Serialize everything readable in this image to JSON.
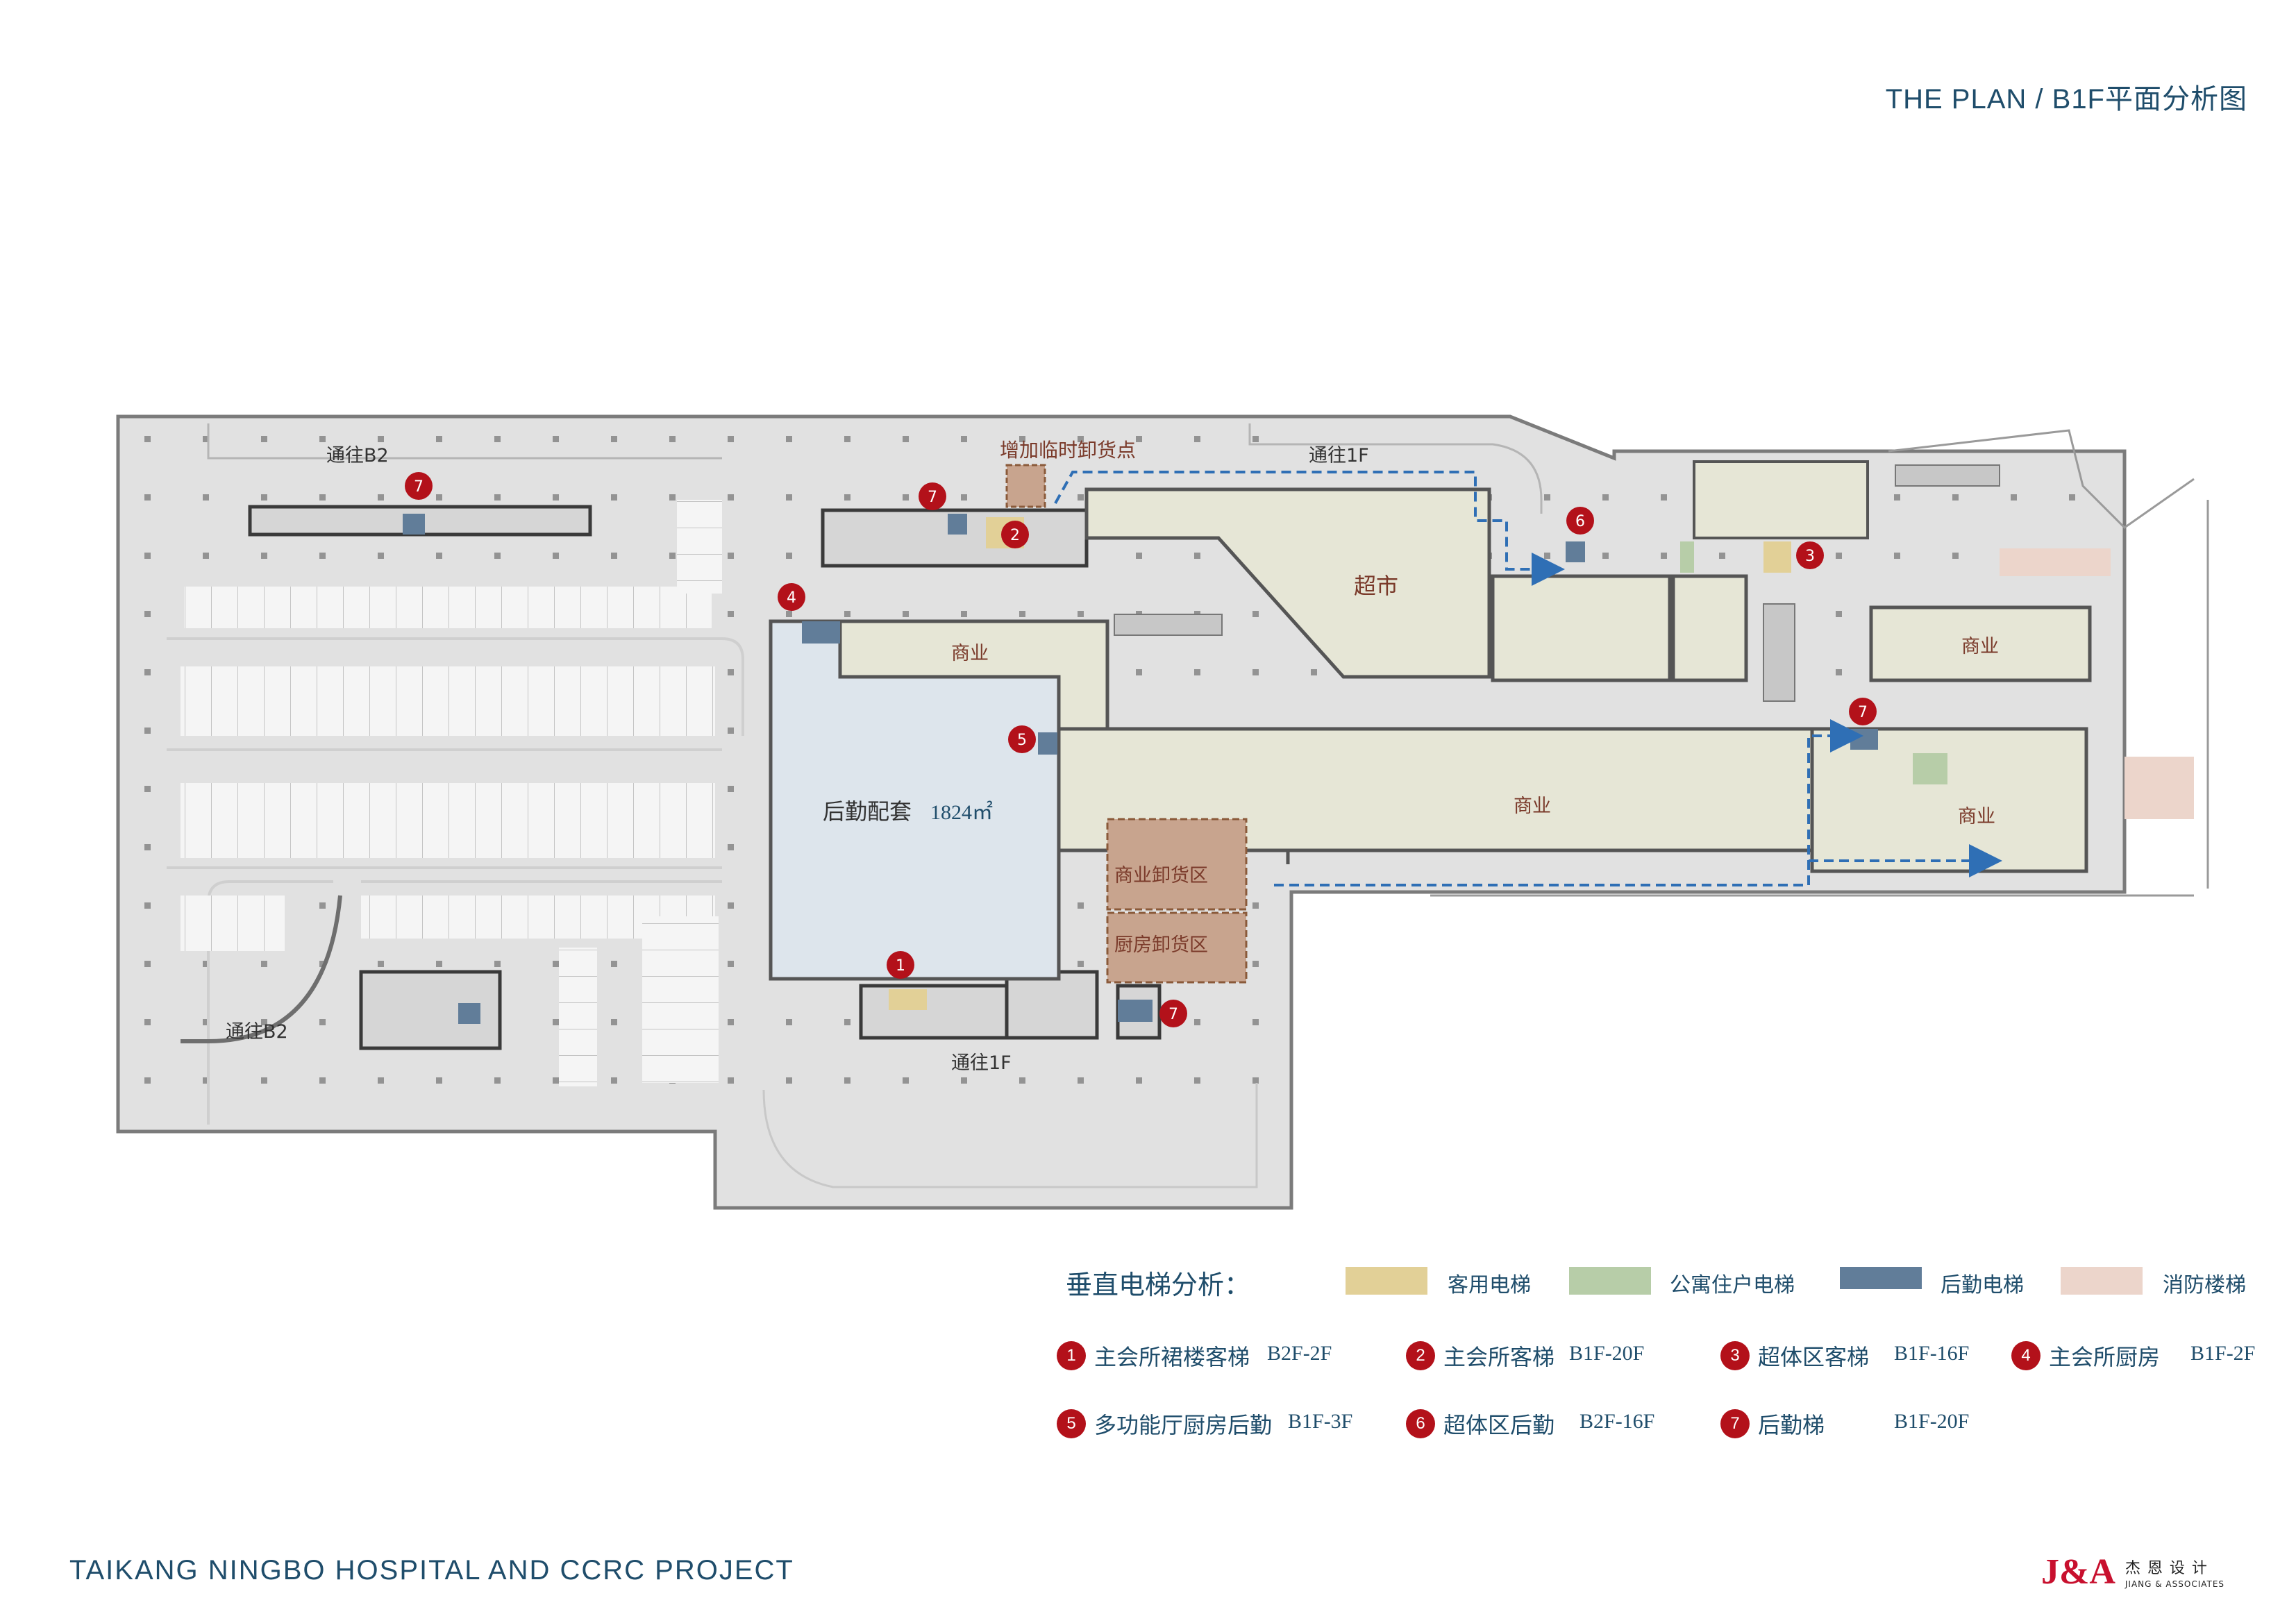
{
  "header": {
    "title": "THE PLAN / B1F平面分析图"
  },
  "footer": {
    "project": "TAIKANG NINGBO HOSPITAL AND CCRC PROJECT"
  },
  "logo": {
    "mark": "J&A",
    "cn": "杰恩设计",
    "en": "JIANG & ASSOCIATES"
  },
  "plan_labels": {
    "to_b2_top": "通往B2",
    "to_1f_top": "通往1F",
    "temp_unload": "增加临时卸货点",
    "supermarket": "超市",
    "commerce": "商业",
    "logistics": "后勤配套",
    "logistics_area": "1824㎡",
    "commerce_unload": "商业卸货区",
    "kitchen_unload": "厨房卸货区",
    "to_b2_bottom": "通往B2",
    "to_1f_bottom": "通往1F"
  },
  "markers": {
    "m1": "1",
    "m2": "2",
    "m3": "3",
    "m4": "4",
    "m5": "5",
    "m6": "6",
    "m7": "7"
  },
  "legend": {
    "title": "垂直电梯分析：",
    "types": [
      {
        "label": "客用电梯",
        "color": "#e2d097"
      },
      {
        "label": "公寓住户电梯",
        "color": "#b7cda8"
      },
      {
        "label": "后勤电梯",
        "color": "#617d99"
      },
      {
        "label": "消防楼梯",
        "color": "#ecd5cb"
      }
    ],
    "items": [
      {
        "num": "1",
        "name": "主会所裙楼客梯",
        "range": "B2F-2F"
      },
      {
        "num": "2",
        "name": "主会所客梯",
        "range": "B1F-20F"
      },
      {
        "num": "3",
        "name": "超体区客梯",
        "range": "B1F-16F"
      },
      {
        "num": "4",
        "name": "主会所厨房",
        "range": "B1F-2F"
      },
      {
        "num": "5",
        "name": "多功能厅厨房后勤",
        "range": "B1F-3F"
      },
      {
        "num": "6",
        "name": "超体区后勤",
        "range": "B2F-16F"
      },
      {
        "num": "7",
        "name": "后勤梯",
        "range": "B1F-20F"
      }
    ]
  }
}
